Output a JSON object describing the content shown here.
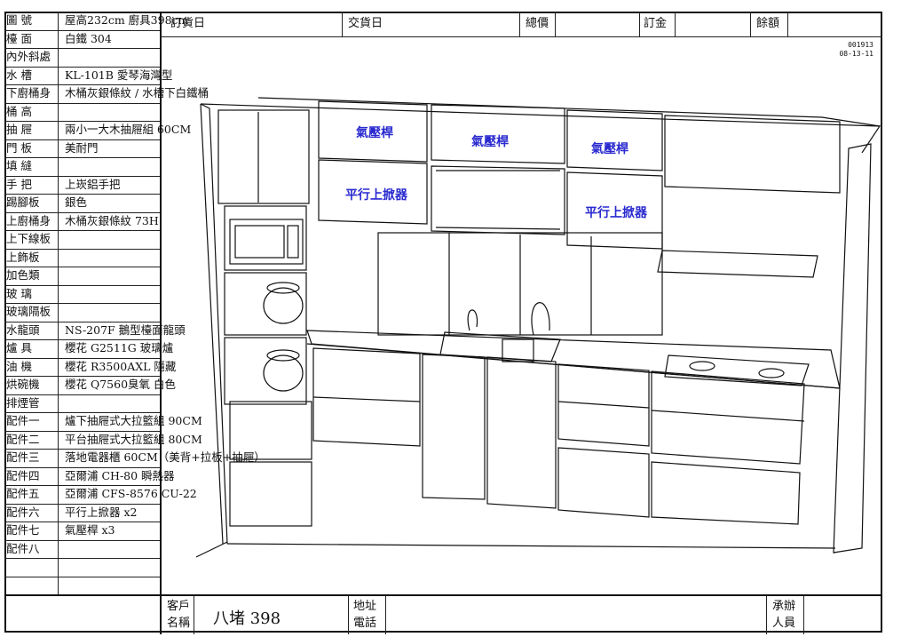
{
  "header": {
    "figure_no_label": "圖 號",
    "figure_no_value": "屋高232cm 廚具398cm",
    "order_date_label": "訂貨日",
    "delivery_date_label": "交貨日",
    "total_price_label": "總價",
    "deposit_label": "訂金",
    "balance_label": "餘額",
    "drawing_code": "001913",
    "drawing_date": "08-13-11"
  },
  "specs": [
    {
      "label": "檯 面",
      "value": "白鐵 304"
    },
    {
      "label": "內外斜處",
      "value": ""
    },
    {
      "label": "水 槽",
      "value": "KL-101B 愛琴海灣型"
    },
    {
      "label": "下廚桶身",
      "value": "木桶灰銀條紋 / 水槽下白鐵桶"
    },
    {
      "label": "桶 高",
      "value": ""
    },
    {
      "label": "抽 屜",
      "value": "兩小一大木抽屜組 60CM"
    },
    {
      "label": "門 板",
      "value": "美耐門"
    },
    {
      "label": "填 縫",
      "value": ""
    },
    {
      "label": "手 把",
      "value": "上崁鋁手把"
    },
    {
      "label": "踢腳板",
      "value": "銀色"
    },
    {
      "label": "上廚桶身",
      "value": "木桶灰銀條紋 73H"
    },
    {
      "label": "上下線板",
      "value": ""
    },
    {
      "label": "上飾板",
      "value": ""
    },
    {
      "label": "加色類",
      "value": ""
    },
    {
      "label": "玻 璃",
      "value": ""
    },
    {
      "label": "玻璃隔板",
      "value": ""
    },
    {
      "label": "水龍頭",
      "value": "NS-207F 鵝型檯面龍頭"
    },
    {
      "label": "爐 具",
      "value": "櫻花 G2511G 玻璃爐"
    },
    {
      "label": "油 機",
      "value": "櫻花 R3500AXL 隱藏"
    },
    {
      "label": "烘碗機",
      "value": "櫻花 Q7560臭氧 白色"
    },
    {
      "label": "排煙管",
      "value": ""
    },
    {
      "label": "配件一",
      "value": "爐下抽屜式大拉籃組 90CM"
    },
    {
      "label": "配件二",
      "value": "平台抽屜式大拉籃組 80CM"
    },
    {
      "label": "配件三",
      "value": "落地電器櫃 60CM（美背+拉板+抽屜）"
    },
    {
      "label": "配件四",
      "value": "亞爾浦 CH-80 瞬熱器"
    },
    {
      "label": "配件五",
      "value": "亞爾浦 CFS-8576 CU-22"
    },
    {
      "label": "配件六",
      "value": "平行上掀器 x2"
    },
    {
      "label": "配件七",
      "value": "氣壓桿 x3"
    },
    {
      "label": "配件八",
      "value": ""
    },
    {
      "label": "",
      "value": ""
    },
    {
      "label": "",
      "value": ""
    }
  ],
  "footer": {
    "customer_label_1": "客戶",
    "customer_label_2": "名稱",
    "customer_name": "八堵 398",
    "address_label": "地址",
    "phone_label": "電話",
    "handler_label_1": "承辦",
    "handler_label_2": "人員"
  },
  "drawing_notes": {
    "gas_strut_1": "氣壓桿",
    "gas_strut_2": "氣壓桿",
    "gas_strut_3": "氣壓桿",
    "lift_1": "平行上掀器",
    "lift_2": "平行上掀器"
  }
}
